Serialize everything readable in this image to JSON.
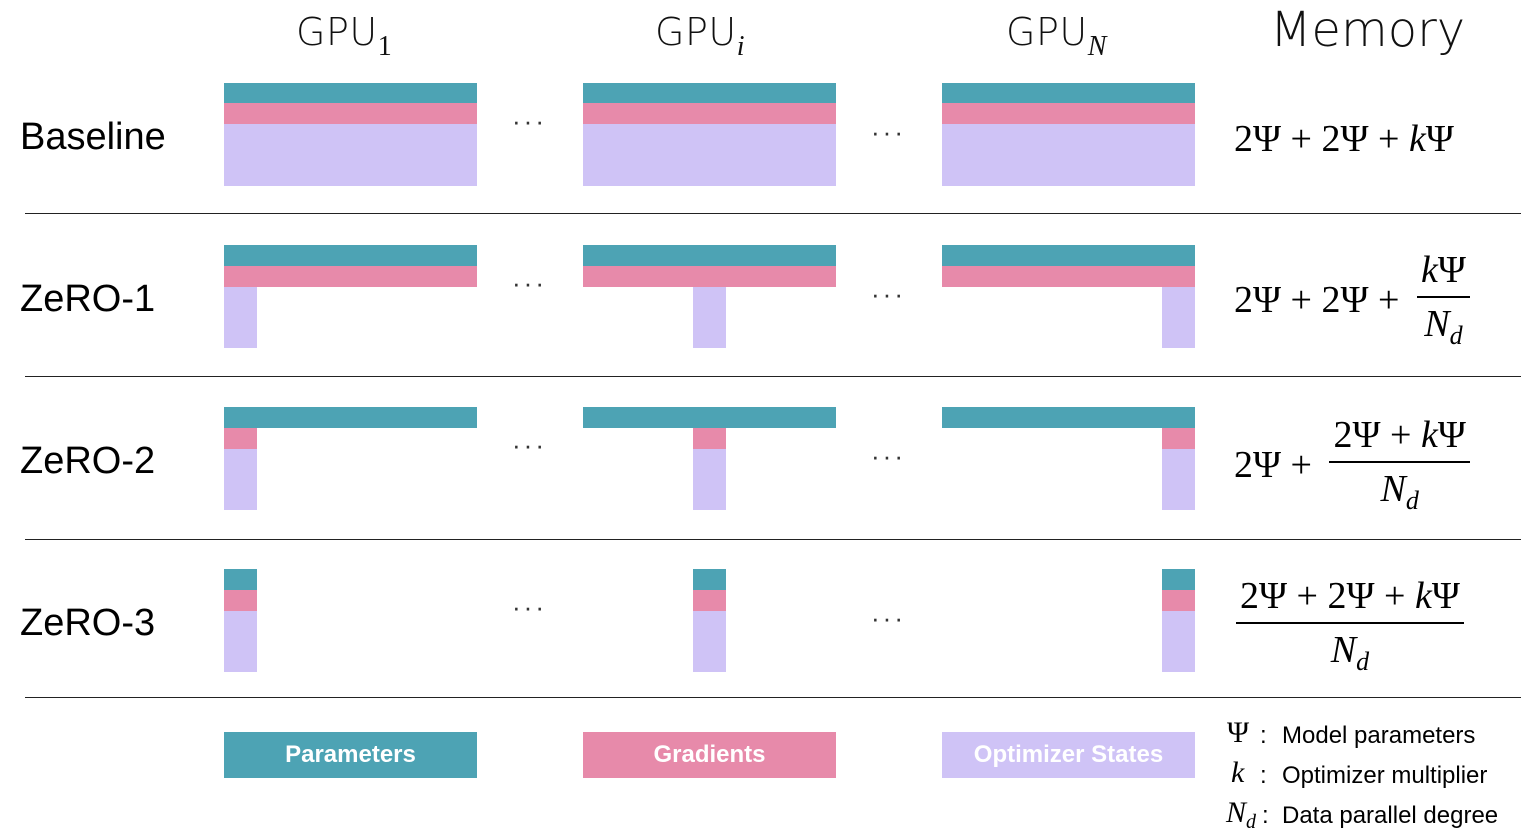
{
  "columns": {
    "gpu1": {
      "base": "GPU",
      "sub": "1"
    },
    "gpui": {
      "base": "GPU",
      "sub": "i"
    },
    "gpuN": {
      "base": "GPU",
      "sub": "N"
    },
    "memory": "Memory"
  },
  "rows": {
    "baseline": "Baseline",
    "zero1": "ZeRO-1",
    "zero2": "ZeRO-2",
    "zero3": "ZeRO-3"
  },
  "ellipsis": "···",
  "formulas": {
    "baseline": {
      "a": "2Ψ + 2Ψ + ",
      "k": "k",
      "psi": "Ψ"
    },
    "zero1": {
      "prefix": "2Ψ + 2Ψ + ",
      "num_k": "k",
      "num_psi": "Ψ",
      "den_N": "N",
      "den_sub": "d"
    },
    "zero2": {
      "prefix": "2Ψ + ",
      "num_a": "2Ψ + ",
      "num_k": "k",
      "num_psi": "Ψ",
      "den_N": "N",
      "den_sub": "d"
    },
    "zero3": {
      "num_a": "2Ψ + 2Ψ + ",
      "num_k": "k",
      "num_psi": "Ψ",
      "den_N": "N",
      "den_sub": "d"
    }
  },
  "legend": {
    "parameters": "Parameters",
    "gradients": "Gradients",
    "optimizer_states": "Optimizer States"
  },
  "definitions": {
    "psi": {
      "symbol": "Ψ",
      "sep": ":",
      "text": "Model parameters"
    },
    "k": {
      "symbol": "k",
      "sep": ":",
      "text": "Optimizer multiplier"
    },
    "nd": {
      "symbol": "N",
      "sub": "d",
      "sep": ":",
      "text": "Data parallel degree"
    }
  },
  "colors": {
    "parameters": "#4DA3B4",
    "gradients": "#E78AAA",
    "optimizer_states": "#CFC3F6"
  }
}
